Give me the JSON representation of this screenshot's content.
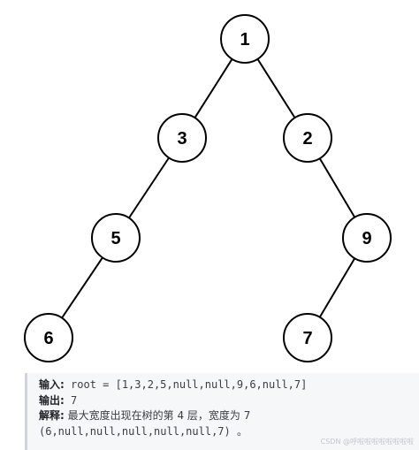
{
  "tree": {
    "nodes": [
      {
        "id": "n1",
        "label": "1"
      },
      {
        "id": "n3",
        "label": "3"
      },
      {
        "id": "n2",
        "label": "2"
      },
      {
        "id": "n5",
        "label": "5"
      },
      {
        "id": "n9",
        "label": "9"
      },
      {
        "id": "n6",
        "label": "6"
      },
      {
        "id": "n7",
        "label": "7"
      }
    ],
    "edges": [
      [
        "n1",
        "n3"
      ],
      [
        "n1",
        "n2"
      ],
      [
        "n3",
        "n5"
      ],
      [
        "n2",
        "n9"
      ],
      [
        "n5",
        "n6"
      ],
      [
        "n9",
        "n7"
      ]
    ]
  },
  "example": {
    "input_label": "输入:",
    "input_value": " root = [1,3,2,5,null,null,9,6,null,7]",
    "output_label": "输出:",
    "output_value": " 7",
    "explanation_label": "解释:",
    "explanation_text": " 最大宽度出现在树的第 4 层，宽度为 7",
    "explanation_line2": "(6,null,null,null,null,null,7) 。"
  },
  "watermark": "CSDN @呼啦啦啦啦啦啦啦啦"
}
